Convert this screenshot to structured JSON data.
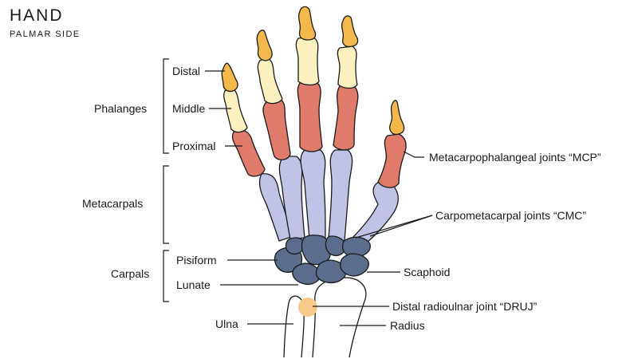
{
  "title": "HAND",
  "subtitle": "PALMAR SIDE",
  "groups": {
    "phalanges": "Phalanges",
    "metacarpals": "Metacarpals",
    "carpals": "Carpals"
  },
  "labels": {
    "distal": "Distal",
    "middle": "Middle",
    "proximal": "Proximal",
    "pisiform": "Pisiform",
    "lunate": "Lunate",
    "ulna": "Ulna",
    "mcp": "Metacarpophalangeal joints “MCP”",
    "cmc": "Carpometacarpal joints “CMC”",
    "scaphoid": "Scaphoid",
    "druj": "Distal radioulnar joint “DRUJ”",
    "radius": "Radius"
  },
  "colors": {
    "distal_phalanx": "#f2b84b",
    "middle_phalanx": "#fbf1bf",
    "proximal_phalanx": "#e07a6a",
    "metacarpal": "#c0c3e6",
    "carpal": "#5b6c8c",
    "outline": "#1a1a1a",
    "joint_highlight": "#f7c98a"
  }
}
